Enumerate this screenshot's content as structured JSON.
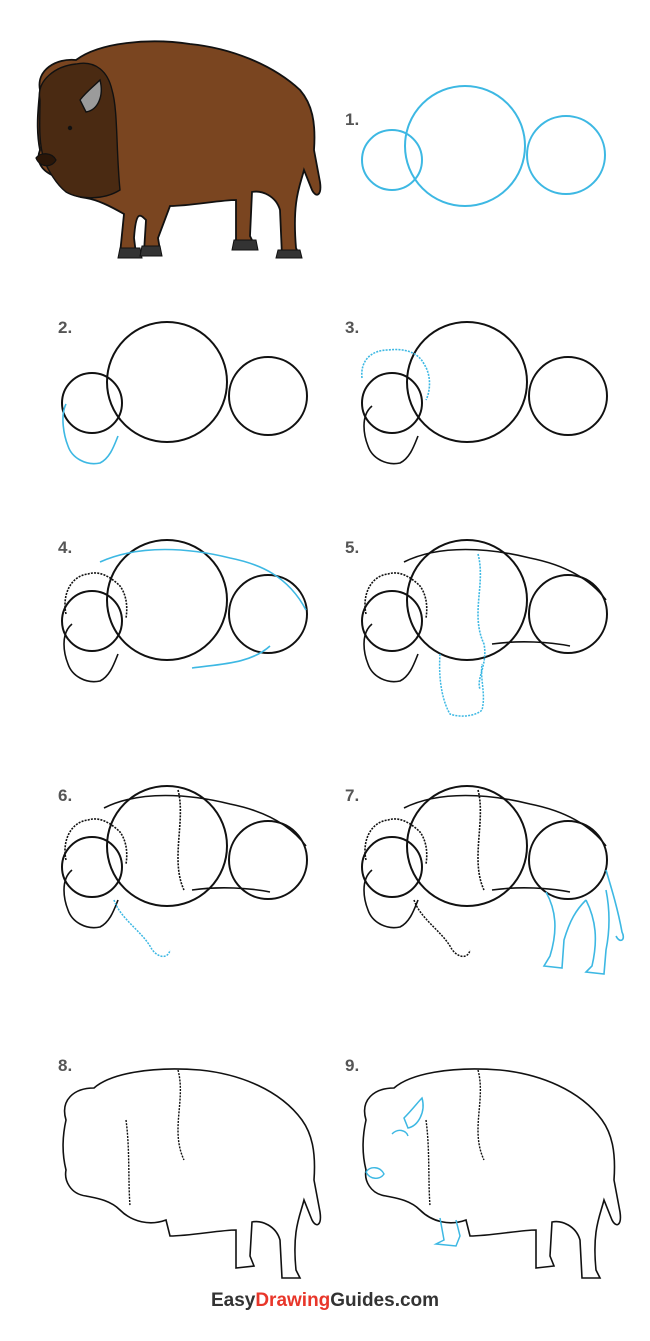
{
  "steps": [
    {
      "label": "1."
    },
    {
      "label": "2."
    },
    {
      "label": "3."
    },
    {
      "label": "4."
    },
    {
      "label": "5."
    },
    {
      "label": "6."
    },
    {
      "label": "7."
    },
    {
      "label": "8."
    },
    {
      "label": "9."
    }
  ],
  "footer": {
    "part1": "Easy",
    "part2": "Drawing",
    "part3": "Guides",
    "part4": ".com"
  },
  "colors": {
    "ink": "#111111",
    "new_line": "#3db8e3",
    "bison_brown": "#7a4520",
    "bison_dark": "#4a2a12",
    "horn": "#9b9b9b",
    "label": "#555555",
    "brand_red": "#e8362a"
  }
}
